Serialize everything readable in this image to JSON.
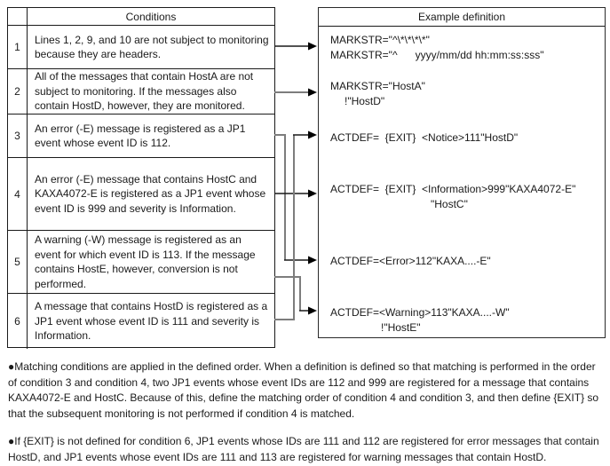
{
  "table": {
    "header": "Conditions",
    "rows": [
      {
        "num": "1",
        "text": "Lines 1, 2, 9, and 10 are not subject to monitoring because they are headers."
      },
      {
        "num": "2",
        "text": "All of the messages that contain HostA are not subject to monitoring. If the messages also contain HostD, however, they are monitored."
      },
      {
        "num": "3",
        "text": "An error (-E) message is registered as a JP1 event whose event ID is 112."
      },
      {
        "num": "4",
        "text": "An error (-E) message that contains HostC and KAXA4072-E is registered as a JP1 event whose event ID is 999 and severity is Information."
      },
      {
        "num": "5",
        "text": "A warning (-W) message is registered as an event for which event ID is 113. If the message contains HostE, however, conversion is not performed."
      },
      {
        "num": "6",
        "text": "A message that contains HostD is registered as a JP1 event whose event ID is 111 and severity is Information."
      }
    ]
  },
  "panel": {
    "header": "Example definition",
    "examples": [
      {
        "lines": [
          "MARKSTR=\"^\\*\\*\\*\\*\"",
          "MARKSTR=\"^      yyyy/mm/dd hh:mm:ss:sss\""
        ]
      },
      {
        "lines": [
          "MARKSTR=\"HostA\"",
          "!\"HostD\""
        ]
      },
      {
        "lines": [
          "ACTDEF=  {EXIT}  <Notice>111\"HostD\""
        ]
      },
      {
        "lines": [
          "ACTDEF=  {EXIT}  <Information>999\"KAXA4072-E\"",
          "\"HostC\""
        ]
      },
      {
        "lines": [
          "ACTDEF=<Error>112\"KAXA....-E\""
        ]
      },
      {
        "lines": [
          "ACTDEF=<Warning>113\"KAXA....-W\"",
          "!\"HostE\""
        ]
      }
    ]
  },
  "notes": [
    "●Matching conditions are applied in the defined order. When a definition is defined so that matching is performed in the order of condition 3 and condition 4, two JP1 events whose event IDs are 112 and 999 are registered for a message that contains KAXA4072-E and HostC. Because of this, define the matching order of condition 4 and condition 3, and then define {EXIT} so that the subsequent monitoring is not performed if condition 4 is matched.",
    "●If {EXIT} is not defined for condition 6, JP1 events whose IDs are 111 and 112 are registered for error messages that contain HostD, and JP1 events whose event IDs are 111 and 113 are registered for warning messages that contain HostD."
  ],
  "colors": {
    "line_gray": "#7d7d7d",
    "line_black": "#1a1a1a",
    "arrow_fill": "#000000"
  }
}
